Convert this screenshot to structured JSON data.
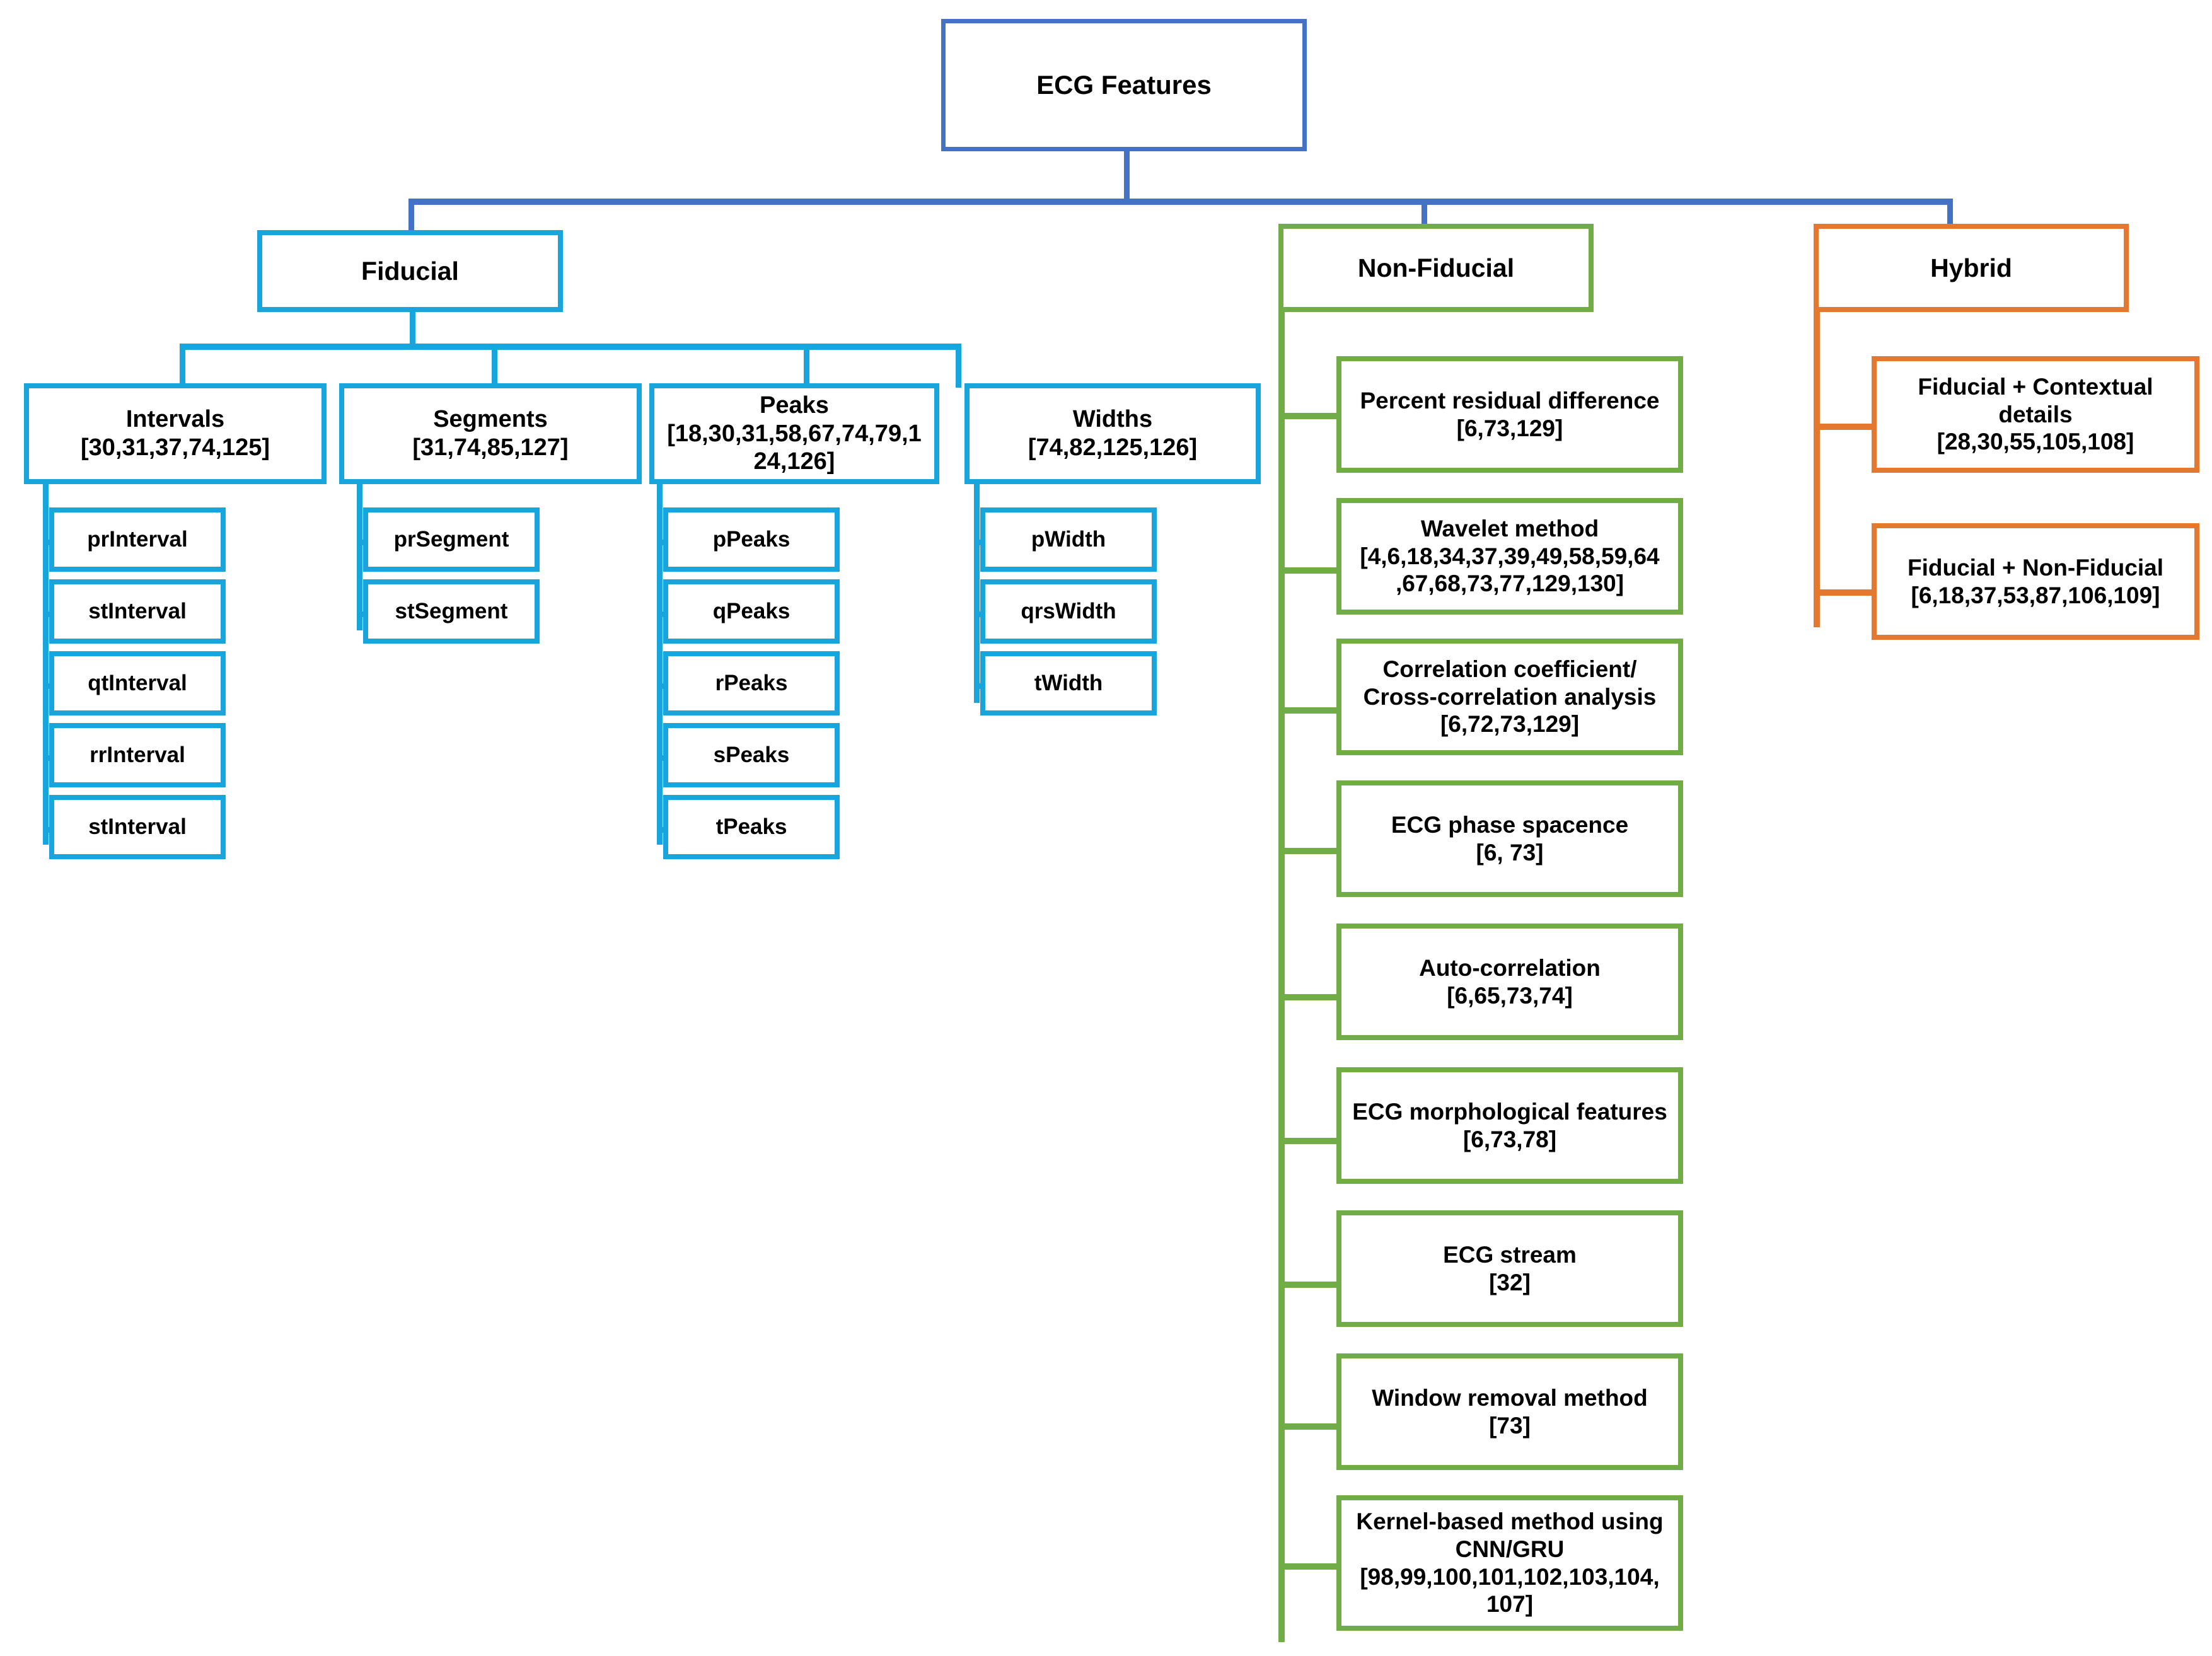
{
  "diagram": {
    "title_node": "ECG Features",
    "colors": {
      "root": "#4472C4",
      "fiducial": "#18A5DC",
      "non_fiducial": "#70AD47",
      "hybrid": "#E3782E",
      "background": "#FFFFFF",
      "text": "#000000"
    },
    "branches": {
      "fiducial": {
        "label": "Fiducial",
        "categories": [
          {
            "label": "Intervals\n[30,31,37,74,125]",
            "name": "Intervals",
            "refs": "[30,31,37,74,125]",
            "children": [
              "prInterval",
              "stInterval",
              "qtInterval",
              "rrInterval",
              "stInterval"
            ]
          },
          {
            "label": "Segments\n[31,74,85,127]",
            "name": "Segments",
            "refs": "[31,74,85,127]",
            "children": [
              "prSegment",
              "stSegment"
            ]
          },
          {
            "label": "Peaks\n[18,30,31,58,67,74,79,1\n24,126]",
            "name": "Peaks",
            "refs": "[18,30,31,58,67,74,79,124,126]",
            "children": [
              "pPeaks",
              "qPeaks",
              "rPeaks",
              "sPeaks",
              "tPeaks"
            ]
          },
          {
            "label": "Widths\n[74,82,125,126]",
            "name": "Widths",
            "refs": "[74,82,125,126]",
            "children": [
              "pWidth",
              "qrsWidth",
              "tWidth"
            ]
          }
        ]
      },
      "non_fiducial": {
        "label": "Non-Fiducial",
        "items": [
          {
            "label": "Percent residual difference\n[6,73,129]",
            "name": "Percent residual difference",
            "refs": "[6,73,129]"
          },
          {
            "label": "Wavelet method\n[4,6,18,34,37,39,49,58,59,64\n,67,68,73,77,129,130]",
            "name": "Wavelet method",
            "refs": "[4,6,18,34,37,39,49,58,59,64,67,68,73,77,129,130]"
          },
          {
            "label": "Correlation coefficient/\nCross-correlation analysis\n[6,72,73,129]",
            "name": "Correlation coefficient/Cross-correlation analysis",
            "refs": "[6,72,73,129]"
          },
          {
            "label": "ECG phase spacence\n[6, 73]",
            "name": "ECG phase spacence",
            "refs": "[6, 73]"
          },
          {
            "label": "Auto-correlation\n[6,65,73,74]",
            "name": "Auto-correlation",
            "refs": "[6,65,73,74]"
          },
          {
            "label": "ECG morphological features\n[6,73,78]",
            "name": "ECG morphological features",
            "refs": "[6,73,78]"
          },
          {
            "label": "ECG stream\n[32]",
            "name": "ECG stream",
            "refs": "[32]"
          },
          {
            "label": "Window removal method\n[73]",
            "name": "Window removal method",
            "refs": "[73]"
          },
          {
            "label": "Kernel-based method using\nCNN/GRU\n[98,99,100,101,102,103,104,\n107]",
            "name": "Kernel-based method using CNN/GRU",
            "refs": "[98,99,100,101,102,103,104,107]"
          }
        ]
      },
      "hybrid": {
        "label": "Hybrid",
        "items": [
          {
            "label": "Fiducial + Contextual details\n[28,30,55,105,108]",
            "name": "Fiducial + Contextual details",
            "refs": "[28,30,55,105,108]"
          },
          {
            "label": "Fiducial + Non-Fiducial\n[6,18,37,53,87,106,109]",
            "name": "Fiducial + Non-Fiducial",
            "refs": "[6,18,37,53,87,106,109]"
          }
        ]
      }
    }
  }
}
